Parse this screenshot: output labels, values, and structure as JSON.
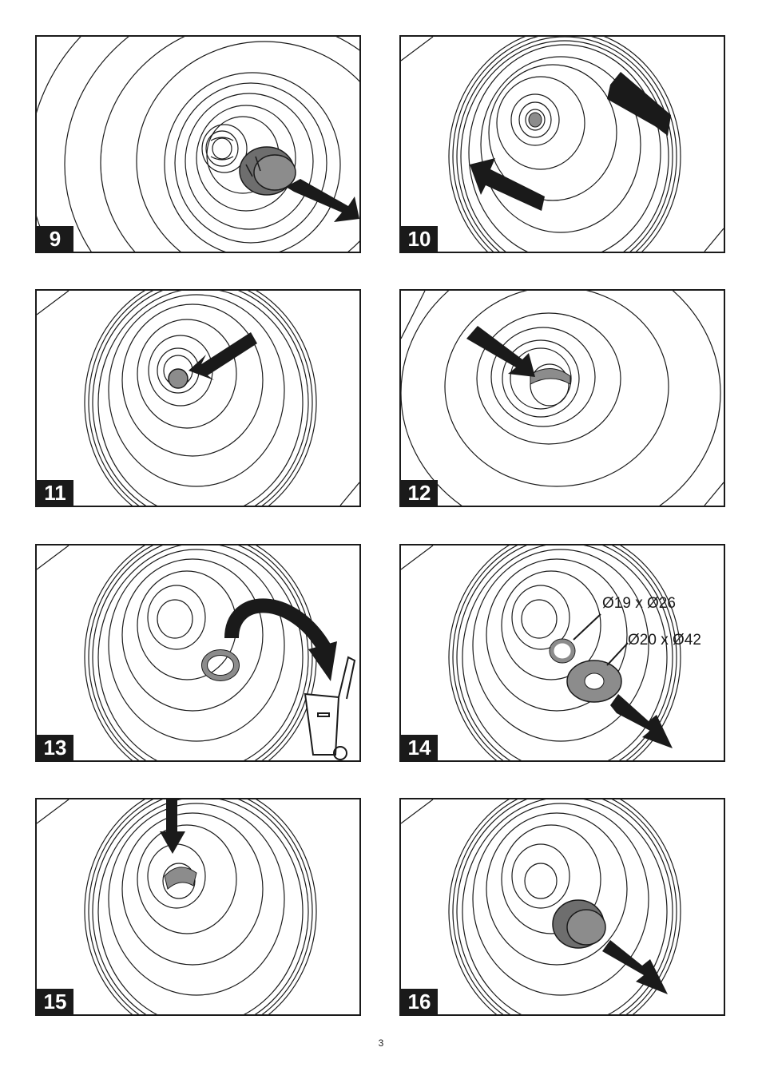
{
  "steps": [
    {
      "label": "9"
    },
    {
      "label": "10"
    },
    {
      "label": "11"
    },
    {
      "label": "12"
    },
    {
      "label": "13"
    },
    {
      "label": "14",
      "washer_small": "Ø19 x Ø26",
      "washer_large": "Ø20 x Ø42"
    },
    {
      "label": "15"
    },
    {
      "label": "16"
    }
  ],
  "page_number": "3",
  "colors": {
    "line": "#1a1a1a",
    "part_fill": "#8c8c8c",
    "part_fill_dark": "#6e6e6e",
    "background": "#ffffff"
  }
}
